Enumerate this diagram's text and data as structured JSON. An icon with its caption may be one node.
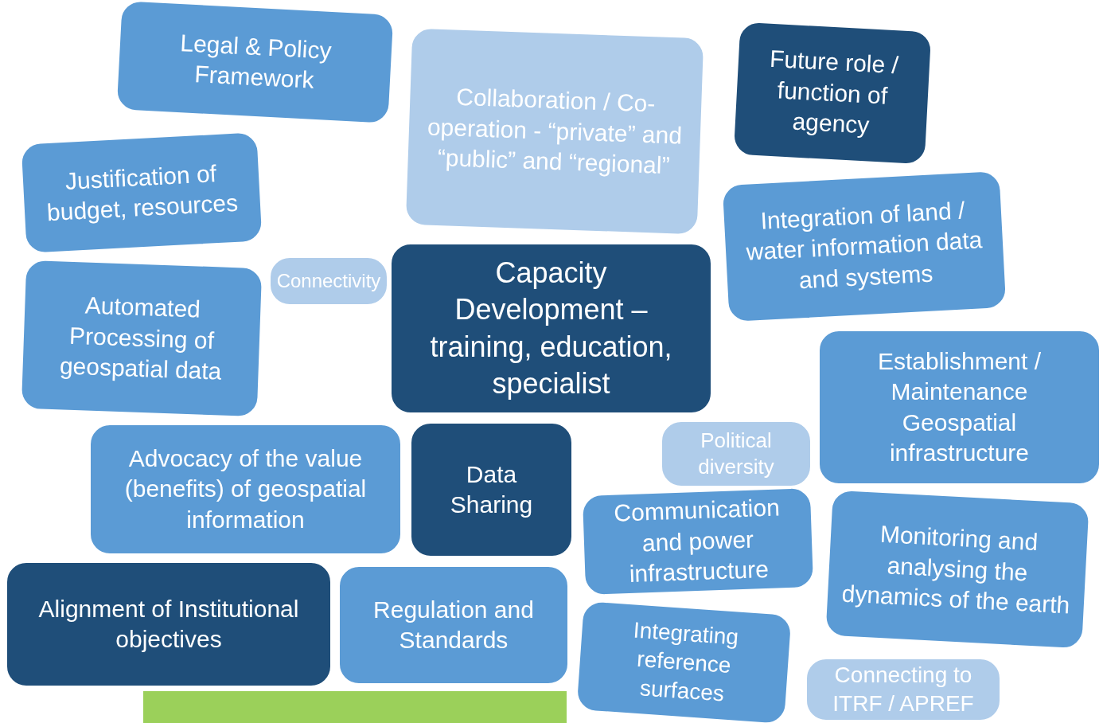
{
  "diagram": {
    "nodes": [
      {
        "text": [
          "Legal & Policy Framework"
        ]
      },
      {
        "text": [
          "Collaboration / Co-operation - “private” and “public” and “regional”"
        ]
      },
      {
        "text": [
          "Future role / function of agency"
        ]
      },
      {
        "text": [
          "Justification of budget, resources"
        ]
      },
      {
        "text": [
          "Integration of land / water information data and systems"
        ]
      },
      {
        "text": [
          "Connectivity"
        ]
      },
      {
        "text": [
          "Capacity Development – training, education, specialist"
        ]
      },
      {
        "text": [
          "Automated Processing of geospatial data"
        ]
      },
      {
        "text": [
          "Establishment / Maintenance Geospatial infrastructure"
        ]
      },
      {
        "text": [
          "Political diversity"
        ]
      },
      {
        "text": [
          "Advocacy of the value (benefits) of geospatial information"
        ]
      },
      {
        "text": [
          "Data Sharing"
        ]
      },
      {
        "text": [
          "Communication and power infrastructure"
        ]
      },
      {
        "text": [
          "Monitoring and analysing the dynamics of the earth"
        ]
      },
      {
        "text": [
          "Alignment of Institutional objectives"
        ]
      },
      {
        "text": [
          "Regulation and Standards"
        ]
      },
      {
        "text": [
          "Integrating reference surfaces"
        ]
      },
      {
        "text": [
          "Connecting to ITRF / APREF"
        ]
      },
      {
        "text": [],
        "shape": "bar"
      }
    ]
  }
}
